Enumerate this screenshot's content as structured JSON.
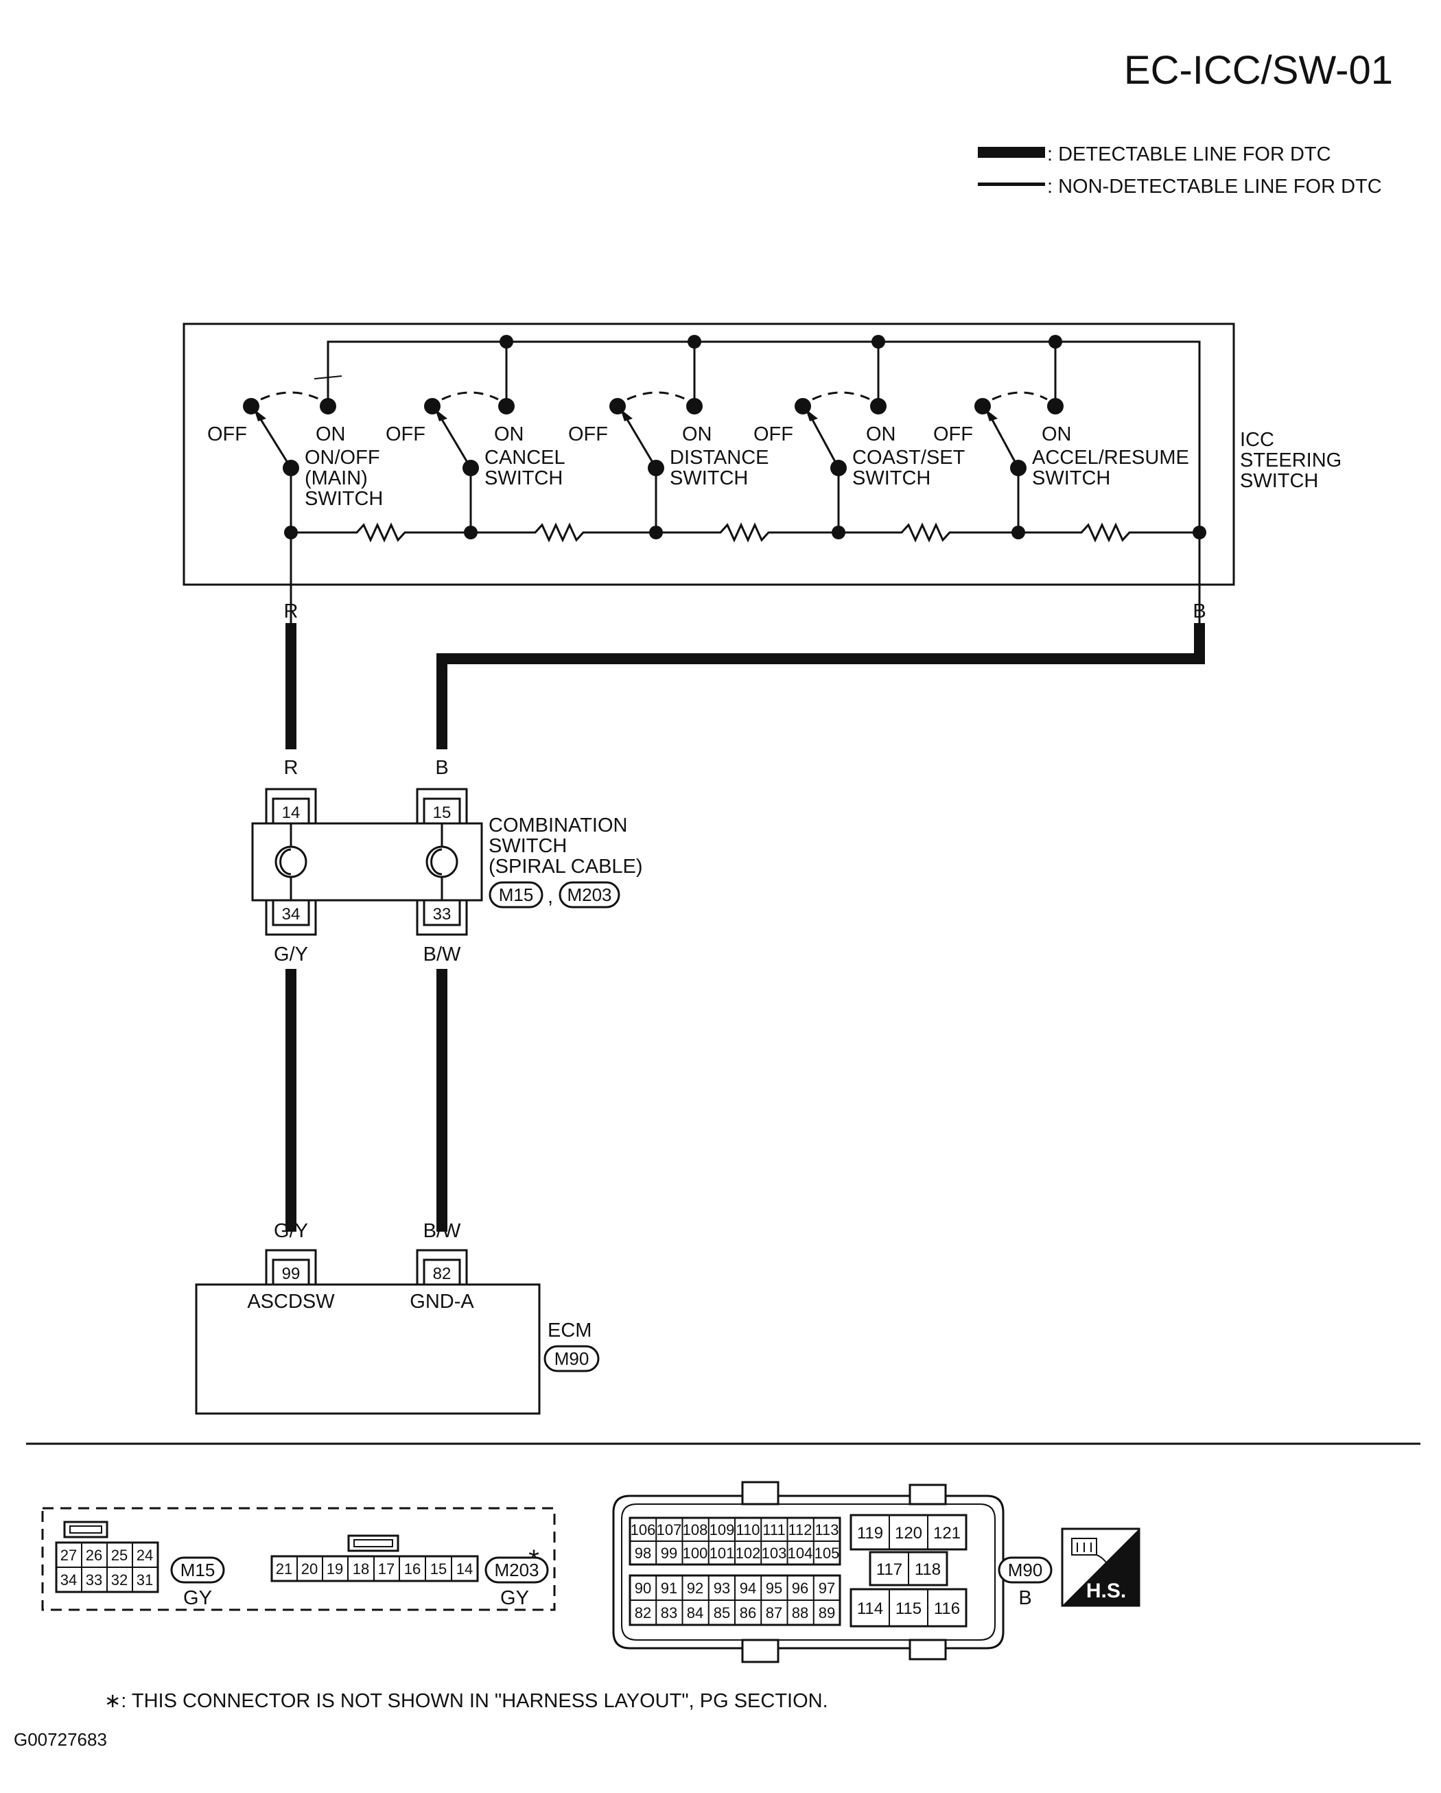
{
  "header": {
    "page_code": "EC-ICC/SW-01"
  },
  "legend": {
    "detectable": ": DETECTABLE LINE FOR DTC",
    "non_detectable": ": NON-DETECTABLE LINE FOR DTC"
  },
  "steering_switch": {
    "label_lines": [
      "ICC",
      "STEERING",
      "SWITCH"
    ],
    "off": "OFF",
    "on": "ON",
    "switches": [
      {
        "lines": [
          "ON/OFF",
          "(MAIN)",
          "SWITCH"
        ]
      },
      {
        "lines": [
          "CANCEL",
          "SWITCH"
        ]
      },
      {
        "lines": [
          "DISTANCE",
          "SWITCH"
        ]
      },
      {
        "lines": [
          "COAST/SET",
          "SWITCH"
        ]
      },
      {
        "lines": [
          "ACCEL/RESUME",
          "SWITCH"
        ]
      }
    ]
  },
  "wires": {
    "r": "R",
    "b": "B",
    "gy": "G/Y",
    "bw": "B/W"
  },
  "combination_switch": {
    "label_lines": [
      "COMBINATION",
      "SWITCH",
      "(SPIRAL CABLE)"
    ],
    "conn_a": "M15",
    "sep": ",",
    "conn_b": "M203",
    "pin_top_left": "14",
    "pin_top_right": "15",
    "pin_bottom_left": "34",
    "pin_bottom_right": "33"
  },
  "ecm": {
    "label": "ECM",
    "connector": "M90",
    "pin_left": "99",
    "pin_right": "82",
    "term_left": "ASCDSW",
    "term_right": "GND-A"
  },
  "connector_views": {
    "m15": {
      "name": "M15",
      "color": "GY",
      "row1": [
        "27",
        "26",
        "25",
        "24"
      ],
      "row2": [
        "34",
        "33",
        "32",
        "31"
      ]
    },
    "m203": {
      "name": "M203",
      "color": "GY",
      "asterisk": "*",
      "pins": [
        "21",
        "20",
        "19",
        "18",
        "17",
        "16",
        "15",
        "14"
      ]
    },
    "m90": {
      "name": "M90",
      "color": "B",
      "row1": [
        "106",
        "107",
        "108",
        "109",
        "110",
        "111",
        "112",
        "113"
      ],
      "row2": [
        "98",
        "99",
        "100",
        "101",
        "102",
        "103",
        "104",
        "105"
      ],
      "row3": [
        "90",
        "91",
        "92",
        "93",
        "94",
        "95",
        "96",
        "97"
      ],
      "row4": [
        "82",
        "83",
        "84",
        "85",
        "86",
        "87",
        "88",
        "89"
      ],
      "right_top": [
        "119",
        "120",
        "121"
      ],
      "right_mid": [
        "117",
        "118"
      ],
      "right_bottom": [
        "114",
        "115",
        "116"
      ]
    },
    "hs_badge": "H.S."
  },
  "footnote": "∗: THIS CONNECTOR IS NOT SHOWN IN \"HARNESS LAYOUT\", PG SECTION.",
  "figure_id": "G00727683"
}
